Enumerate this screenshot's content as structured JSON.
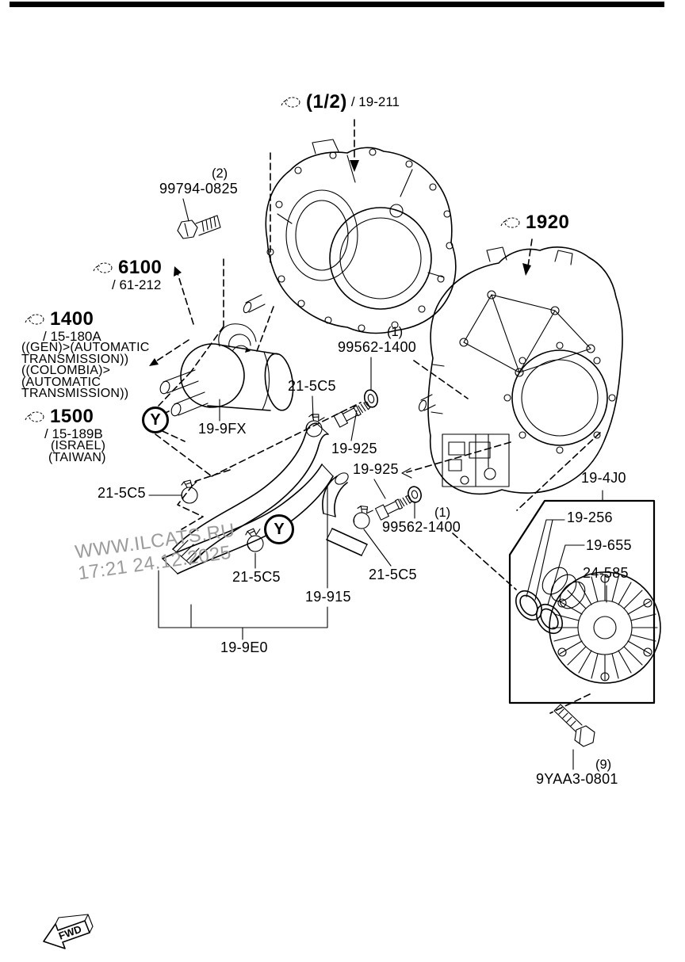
{
  "watermark": {
    "line1": "WWW.ILCATS.RU",
    "line2": "17:21 24.12.2025"
  },
  "references": {
    "main": {
      "count": "(1/2)",
      "section": "/ 19-211"
    },
    "r6100": {
      "code": "6100",
      "section": "/ 61-212"
    },
    "r1400": {
      "code": "1400",
      "section": "/ 15-180A",
      "notes": [
        "((GEN)>(AUTOMATIC",
        "TRANSMISSION))",
        "((COLOMBIA)>",
        "(AUTOMATIC",
        "TRANSMISSION))"
      ]
    },
    "r1500": {
      "code": "1500",
      "section": "/ 15-189B",
      "notes": [
        "(ISRAEL)",
        "(TAIWAN)"
      ]
    },
    "r1920": {
      "code": "1920"
    }
  },
  "parts": {
    "bolt_top": {
      "qty": "(2)",
      "code": "99794-0825"
    },
    "washer_a": {
      "qty": "(1)",
      "code": "99562-1400"
    },
    "washer_b": {
      "qty": "(1)",
      "code": "99562-1400"
    },
    "clamp": "21-5C5",
    "joint": "19-925",
    "cooler": "19-9FX",
    "hose": "19-915",
    "hose_assembly": "19-9E0",
    "group": "19-4J0",
    "oring_small": "19-256",
    "oring_large": "19-655",
    "converter": "24-585",
    "bolt_rear": {
      "qty": "(9)",
      "code": "9YAA3-0801"
    }
  },
  "markers": {
    "y": "Y"
  },
  "fwd": {
    "label": "FWD"
  }
}
